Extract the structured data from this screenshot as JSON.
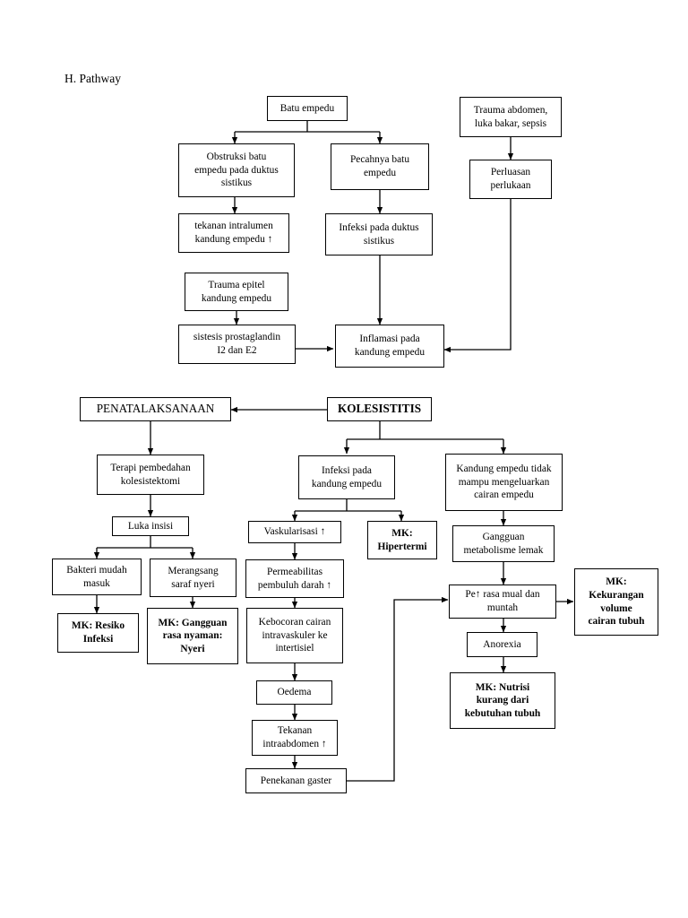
{
  "document": {
    "heading": "H. Pathway",
    "title": "Pathway Kolesistitis",
    "background_color": "#ffffff",
    "line_color": "#000000"
  },
  "nodes": {
    "batu_empedu": "Batu empedu",
    "trauma_abdomen": "Trauma abdomen, luka bakar, sepsis",
    "obstruksi": "Obstruksi batu empedu pada duktus sistikus",
    "pecahnya": "Pecahnya batu empedu",
    "perluasan": "Perluasan perlukaan",
    "tekanan_intralumen": "tekanan intralumen kandung empedu ↑",
    "infeksi_duktus": "Infeksi pada duktus sistikus",
    "trauma_epitel": "Trauma epitel kandung empedu",
    "sistesis": "sistesis prostaglandin I2 dan E2",
    "inflamasi": "Inflamasi pada kandung empedu",
    "penatalaksanaan": "PENATALAKSANAAN",
    "kolesistitis": "KOLESISTITIS",
    "terapi": "Terapi pembedahan kolesistektomi",
    "infeksi_kandung": "Infeksi pada kandung empedu",
    "kandung_tidak_mampu": "Kandung empedu tidak mampu mengeluarkan cairan empedu",
    "luka_insisi": "Luka insisi",
    "vaskularisasi": "Vaskularisasi ↑",
    "mk_hipertermi": "MK: Hipertermi",
    "gangguan_metabolisme": "Gangguan metabolisme lemak",
    "bakteri": "Bakteri mudah masuk",
    "merangsang": "Merangsang saraf nyeri",
    "permeabilitas": "Permeabilitas pembuluh darah ↑",
    "pe_mual": "Pe↑ rasa mual dan muntah",
    "mk_kekurangan": "MK: Kekurangan volume cairan tubuh",
    "mk_resiko": "MK: Resiko Infeksi",
    "mk_gangguan_nyaman": "MK: Gangguan rasa nyaman: Nyeri",
    "kebocoran": "Kebocoran cairan intravaskuler ke intertisiel",
    "anorexia": "Anorexia",
    "oedema": "Oedema",
    "mk_nutrisi": "MK: Nutrisi kurang dari kebutuhan tubuh",
    "tekanan_intraabdomen": "Tekanan intraabdomen ↑",
    "penekanan_gaster": "Penekanan gaster"
  },
  "node_lines": {
    "batu_empedu": [
      "Batu empedu"
    ],
    "trauma_abdomen": [
      "Trauma abdomen,",
      "luka bakar, sepsis"
    ],
    "obstruksi": [
      "Obstruksi batu",
      "empedu pada duktus",
      "sistikus"
    ],
    "pecahnya": [
      "Pecahnya batu",
      "empedu"
    ],
    "perluasan": [
      "Perluasan",
      "perlukaan"
    ],
    "tekanan_intralumen": [
      "tekanan intralumen",
      "kandung empedu ↑"
    ],
    "infeksi_duktus": [
      "Infeksi pada duktus",
      "sistikus"
    ],
    "trauma_epitel": [
      "Trauma epitel",
      "kandung empedu"
    ],
    "sistesis": [
      "sistesis prostaglandin",
      "I2 dan E2"
    ],
    "inflamasi": [
      "Inflamasi pada",
      "kandung empedu"
    ],
    "penatalaksanaan": [
      "PENATALAKSANAAN"
    ],
    "kolesistitis": [
      "KOLESISTITIS"
    ],
    "terapi": [
      "Terapi pembedahan",
      "kolesistektomi"
    ],
    "infeksi_kandung": [
      "Infeksi pada",
      "kandung empedu"
    ],
    "kandung_tidak_mampu": [
      "Kandung empedu tidak",
      "mampu mengeluarkan",
      "cairan empedu"
    ],
    "luka_insisi": [
      "Luka insisi"
    ],
    "vaskularisasi": [
      "Vaskularisasi ↑"
    ],
    "mk_hipertermi": [
      "MK:",
      "Hipertermi"
    ],
    "gangguan_metabolisme": [
      "Gangguan",
      "metabolisme lemak"
    ],
    "bakteri": [
      "Bakteri mudah",
      "masuk"
    ],
    "merangsang": [
      "Merangsang",
      "saraf nyeri"
    ],
    "permeabilitas": [
      "Permeabilitas",
      "pembuluh darah ↑"
    ],
    "pe_mual": [
      "Pe↑ rasa mual dan",
      "muntah"
    ],
    "mk_kekurangan": [
      "MK:",
      "Kekurangan",
      "volume",
      "cairan tubuh"
    ],
    "mk_resiko": [
      "MK: Resiko",
      "Infeksi"
    ],
    "mk_gangguan_nyaman": [
      "MK: Gangguan",
      "rasa nyaman:",
      "Nyeri"
    ],
    "kebocoran": [
      "Kebocoran cairan",
      "intravaskuler ke",
      "intertisiel"
    ],
    "anorexia": [
      "Anorexia"
    ],
    "oedema": [
      "Oedema"
    ],
    "mk_nutrisi": [
      "MK: Nutrisi",
      "kurang dari",
      "kebutuhan tubuh"
    ],
    "tekanan_intraabdomen": [
      "Tekanan",
      "intraabdomen ↑"
    ],
    "penekanan_gaster": [
      "Penekanan gaster"
    ]
  },
  "flow": {
    "edges": [
      {
        "from": "batu_empedu",
        "to": "obstruksi"
      },
      {
        "from": "batu_empedu",
        "to": "pecahnya"
      },
      {
        "from": "obstruksi",
        "to": "tekanan_intralumen"
      },
      {
        "from": "pecahnya",
        "to": "infeksi_duktus"
      },
      {
        "from": "trauma_abdomen",
        "to": "perluasan"
      },
      {
        "from": "trauma_epitel",
        "to": "sistesis"
      },
      {
        "from": "sistesis",
        "to": "inflamasi"
      },
      {
        "from": "infeksi_duktus",
        "to": "inflamasi"
      },
      {
        "from": "perluasan",
        "to": "inflamasi"
      },
      {
        "from": "kolesistitis",
        "to": "penatalaksanaan"
      },
      {
        "from": "kolesistitis",
        "to": "infeksi_kandung"
      },
      {
        "from": "kolesistitis",
        "to": "kandung_tidak_mampu"
      },
      {
        "from": "penatalaksanaan",
        "to": "terapi"
      },
      {
        "from": "terapi",
        "to": "luka_insisi"
      },
      {
        "from": "luka_insisi",
        "to": "bakteri"
      },
      {
        "from": "luka_insisi",
        "to": "merangsang"
      },
      {
        "from": "bakteri",
        "to": "mk_resiko"
      },
      {
        "from": "merangsang",
        "to": "mk_gangguan_nyaman"
      },
      {
        "from": "infeksi_kandung",
        "to": "vaskularisasi"
      },
      {
        "from": "infeksi_kandung",
        "to": "mk_hipertermi"
      },
      {
        "from": "vaskularisasi",
        "to": "permeabilitas"
      },
      {
        "from": "permeabilitas",
        "to": "kebocoran"
      },
      {
        "from": "kebocoran",
        "to": "oedema"
      },
      {
        "from": "oedema",
        "to": "tekanan_intraabdomen"
      },
      {
        "from": "tekanan_intraabdomen",
        "to": "penekanan_gaster"
      },
      {
        "from": "penekanan_gaster",
        "to": "pe_mual"
      },
      {
        "from": "kandung_tidak_mampu",
        "to": "gangguan_metabolisme"
      },
      {
        "from": "gangguan_metabolisme",
        "to": "pe_mual"
      },
      {
        "from": "pe_mual",
        "to": "mk_kekurangan"
      },
      {
        "from": "pe_mual",
        "to": "anorexia"
      },
      {
        "from": "anorexia",
        "to": "mk_nutrisi"
      }
    ]
  }
}
